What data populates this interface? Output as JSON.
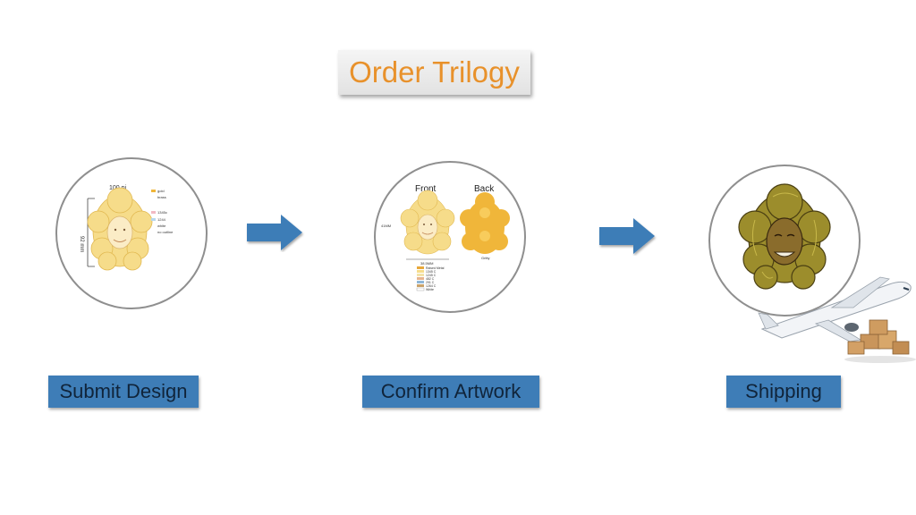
{
  "title": "Order Trilogy",
  "steps": [
    {
      "label": "Submit Design",
      "sketch": {
        "size_note": "100 pi",
        "side_note": "92 mm",
        "legend": [
          "gold",
          "brass",
          "1345c",
          "1244",
          "white",
          "no outline"
        ]
      }
    },
    {
      "label": "Confirm Artwork",
      "proof": {
        "front": "Front",
        "back": "Back",
        "height_note": "41MM",
        "width_note": "38.5MM",
        "back_note": "Gritty",
        "legend": [
          "Raised Metal",
          "1345 C",
          "1245 C",
          "482 C",
          "291 C",
          "1264 C",
          "White"
        ]
      }
    },
    {
      "label": "Shipping"
    }
  ],
  "colors": {
    "title": "#e8912b",
    "label_bg": "#3e7db7",
    "arrow": "#3e7db7",
    "hair_light": "#f6dc8a",
    "hair_metal": "#9c8d2c",
    "badge_back": "#f0b63a"
  }
}
